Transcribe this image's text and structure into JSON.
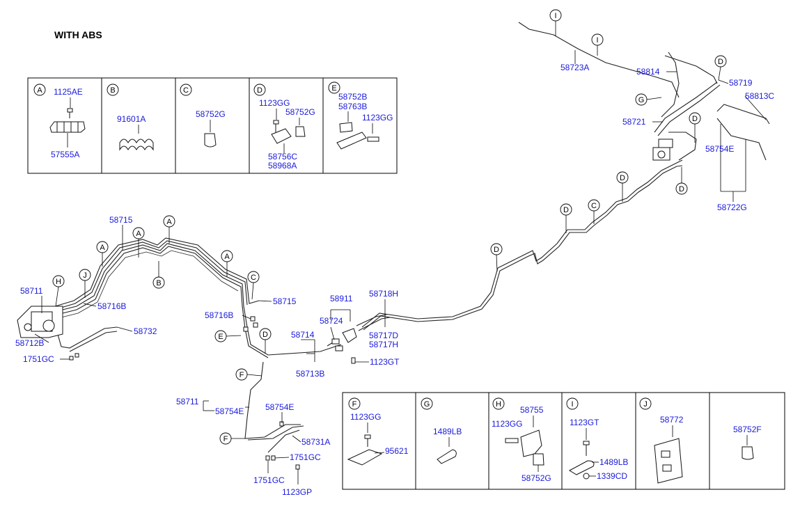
{
  "heading": "WITH ABS",
  "inset_top": [
    {
      "callout": "A",
      "parts": [
        "1125AE",
        "57555A"
      ]
    },
    {
      "callout": "B",
      "parts": [
        "91601A"
      ]
    },
    {
      "callout": "C",
      "parts": [
        "58752G"
      ]
    },
    {
      "callout": "D",
      "parts": [
        "1123GG",
        "58752G",
        "58756C",
        "58968A"
      ]
    },
    {
      "callout": "E",
      "parts": [
        "58752B",
        "58763B",
        "1123GG"
      ]
    }
  ],
  "inset_bottom": [
    {
      "callout": "F",
      "parts": [
        "1123GG",
        "95621"
      ]
    },
    {
      "callout": "G",
      "parts": [
        "1489LB"
      ]
    },
    {
      "callout": "H",
      "parts": [
        "58755",
        "1123GG",
        "58752G"
      ]
    },
    {
      "callout": "I",
      "parts": [
        "1123GT",
        "1489LB",
        "1339CD"
      ]
    },
    {
      "callout": "J",
      "parts": [
        "58772"
      ]
    },
    {
      "callout": "",
      "parts": [
        "58752F"
      ]
    }
  ],
  "main_labels": {
    "p58715a": "58715",
    "p58711a": "58711",
    "p58716b_1": "58716B",
    "p58732": "58732",
    "p58712b": "58712B",
    "p1751gc_1": "1751GC",
    "p58715b": "58715",
    "p58716b_2": "58716B",
    "p58714": "58714",
    "p58713b": "58713B",
    "p58911": "58911",
    "p58724": "58724",
    "p58718h": "58718H",
    "p58717d": "58717D",
    "p58717h": "58717H",
    "p1123gt": "1123GT",
    "p58711b": "58711",
    "p58754e_1": "58754E",
    "p58754e_2": "58754E",
    "p58731a": "58731A",
    "p1751gc_2": "1751GC",
    "p1751gc_3": "1751GC",
    "p1123gp": "1123GP",
    "p58723a": "58723A",
    "p58814": "58814",
    "p58719": "58719",
    "p58813c": "58813C",
    "p58721": "58721",
    "p58754e_3": "58754E",
    "p58722g": "58722G"
  },
  "callouts": {
    "A": "A",
    "B": "B",
    "C": "C",
    "D": "D",
    "E": "E",
    "F": "F",
    "G": "G",
    "H": "H",
    "I": "I",
    "J": "J"
  }
}
